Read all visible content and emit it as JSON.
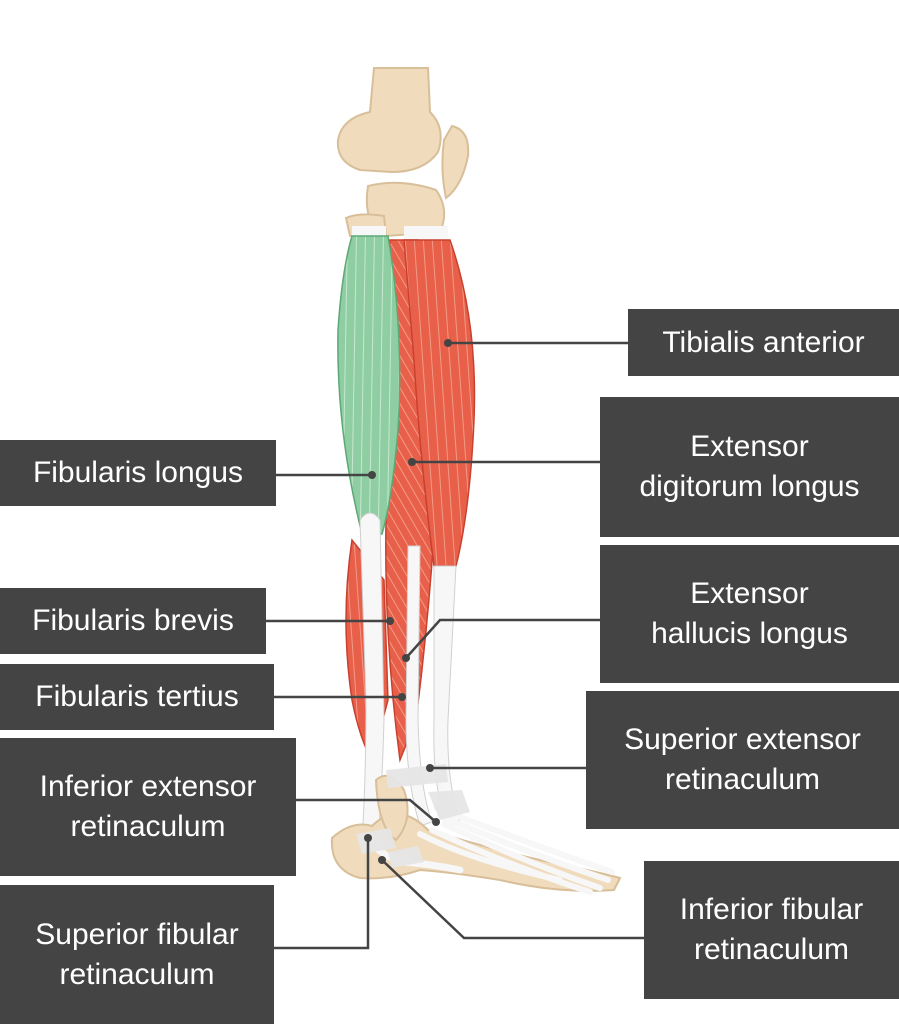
{
  "labels": {
    "tibialis_anterior": [
      "Tibialis anterior"
    ],
    "extensor_digitorum_longus": [
      "Extensor",
      "digitorum longus"
    ],
    "extensor_hallucis_longus": [
      "Extensor",
      "hallucis longus"
    ],
    "superior_extensor_retinaculum": [
      "Superior extensor",
      "retinaculum"
    ],
    "inferior_fibular_retinaculum": [
      "Inferior fibular",
      "retinaculum"
    ],
    "fibularis_longus": [
      "Fibularis longus"
    ],
    "fibularis_brevis": [
      "Fibularis brevis"
    ],
    "fibularis_tertius": [
      "Fibularis tertius"
    ],
    "inferior_extensor_retinaculum": [
      "Inferior extensor",
      "retinaculum"
    ],
    "superior_fibular_retinaculum": [
      "Superior fibular",
      "retinaculum"
    ]
  },
  "colors": {
    "label_bg": "#444444",
    "label_text": "#ffffff",
    "leader_line": "#444444",
    "bone": "#f0dcbc",
    "bone_outline": "#d8bf99",
    "red_muscle": "#e8604a",
    "red_muscle_dark": "#c9412e",
    "highlight_muscle": "#8fcea2",
    "highlight_muscle_dark": "#5da877",
    "tendon": "#f7f7f7",
    "retinaculum": "#e6e6e6"
  }
}
